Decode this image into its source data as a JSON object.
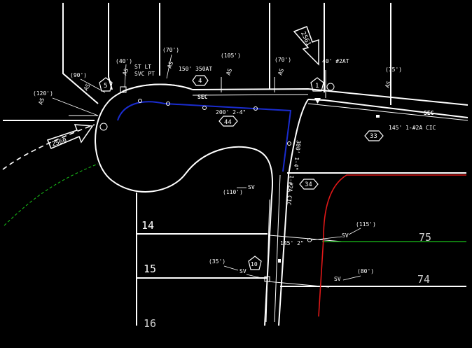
{
  "colors": {
    "background": "#000000",
    "linework": "#ffffff",
    "blue_line": "#1a2ccf",
    "green_dashed": "#19c419",
    "green_line": "#19c419",
    "red_line": "#e01818"
  },
  "street_labels": {
    "label_2561": "2561",
    "label_2560": "2560"
  },
  "lot_numbers": {
    "lot_14": "14",
    "lot_15": "15",
    "lot_16": "16",
    "lot_75": "75",
    "lot_74": "74"
  },
  "hexagon_tags": {
    "hex_44": "44",
    "hex_33": "33",
    "hex_34": "34",
    "hex_4": "4"
  },
  "pentagon_tags": {
    "pent_5": "5",
    "pent_1": "1",
    "pent_10": "10"
  },
  "line_labels": {
    "sec_left": "SEC",
    "sec_right": "SEC",
    "run_150": "150' 350AT",
    "run_200": "200' 2-4\"",
    "run_145_cic": "145' 1-#2A CIC",
    "run_300": "300' 1-4\"",
    "run_300_cic": "1-#2A CIC",
    "run_145_2": "145' 2\"",
    "run_40": "40' #2AT",
    "st_lt_1": "ST LT",
    "st_lt_2": "SVC PT"
  },
  "dimension_labels": {
    "d_120": "(120')",
    "d_90": "(90')",
    "d_40": "(40')",
    "d_70a": "(70')",
    "d_105": "(105')",
    "d_70b": "(70')",
    "d_75": "(75')",
    "d_110": "(110')",
    "d_115": "(115')",
    "d_35": "(35')",
    "d_80": "(80')"
  },
  "small_tags": {
    "as": "AS",
    "sv": "SV"
  }
}
